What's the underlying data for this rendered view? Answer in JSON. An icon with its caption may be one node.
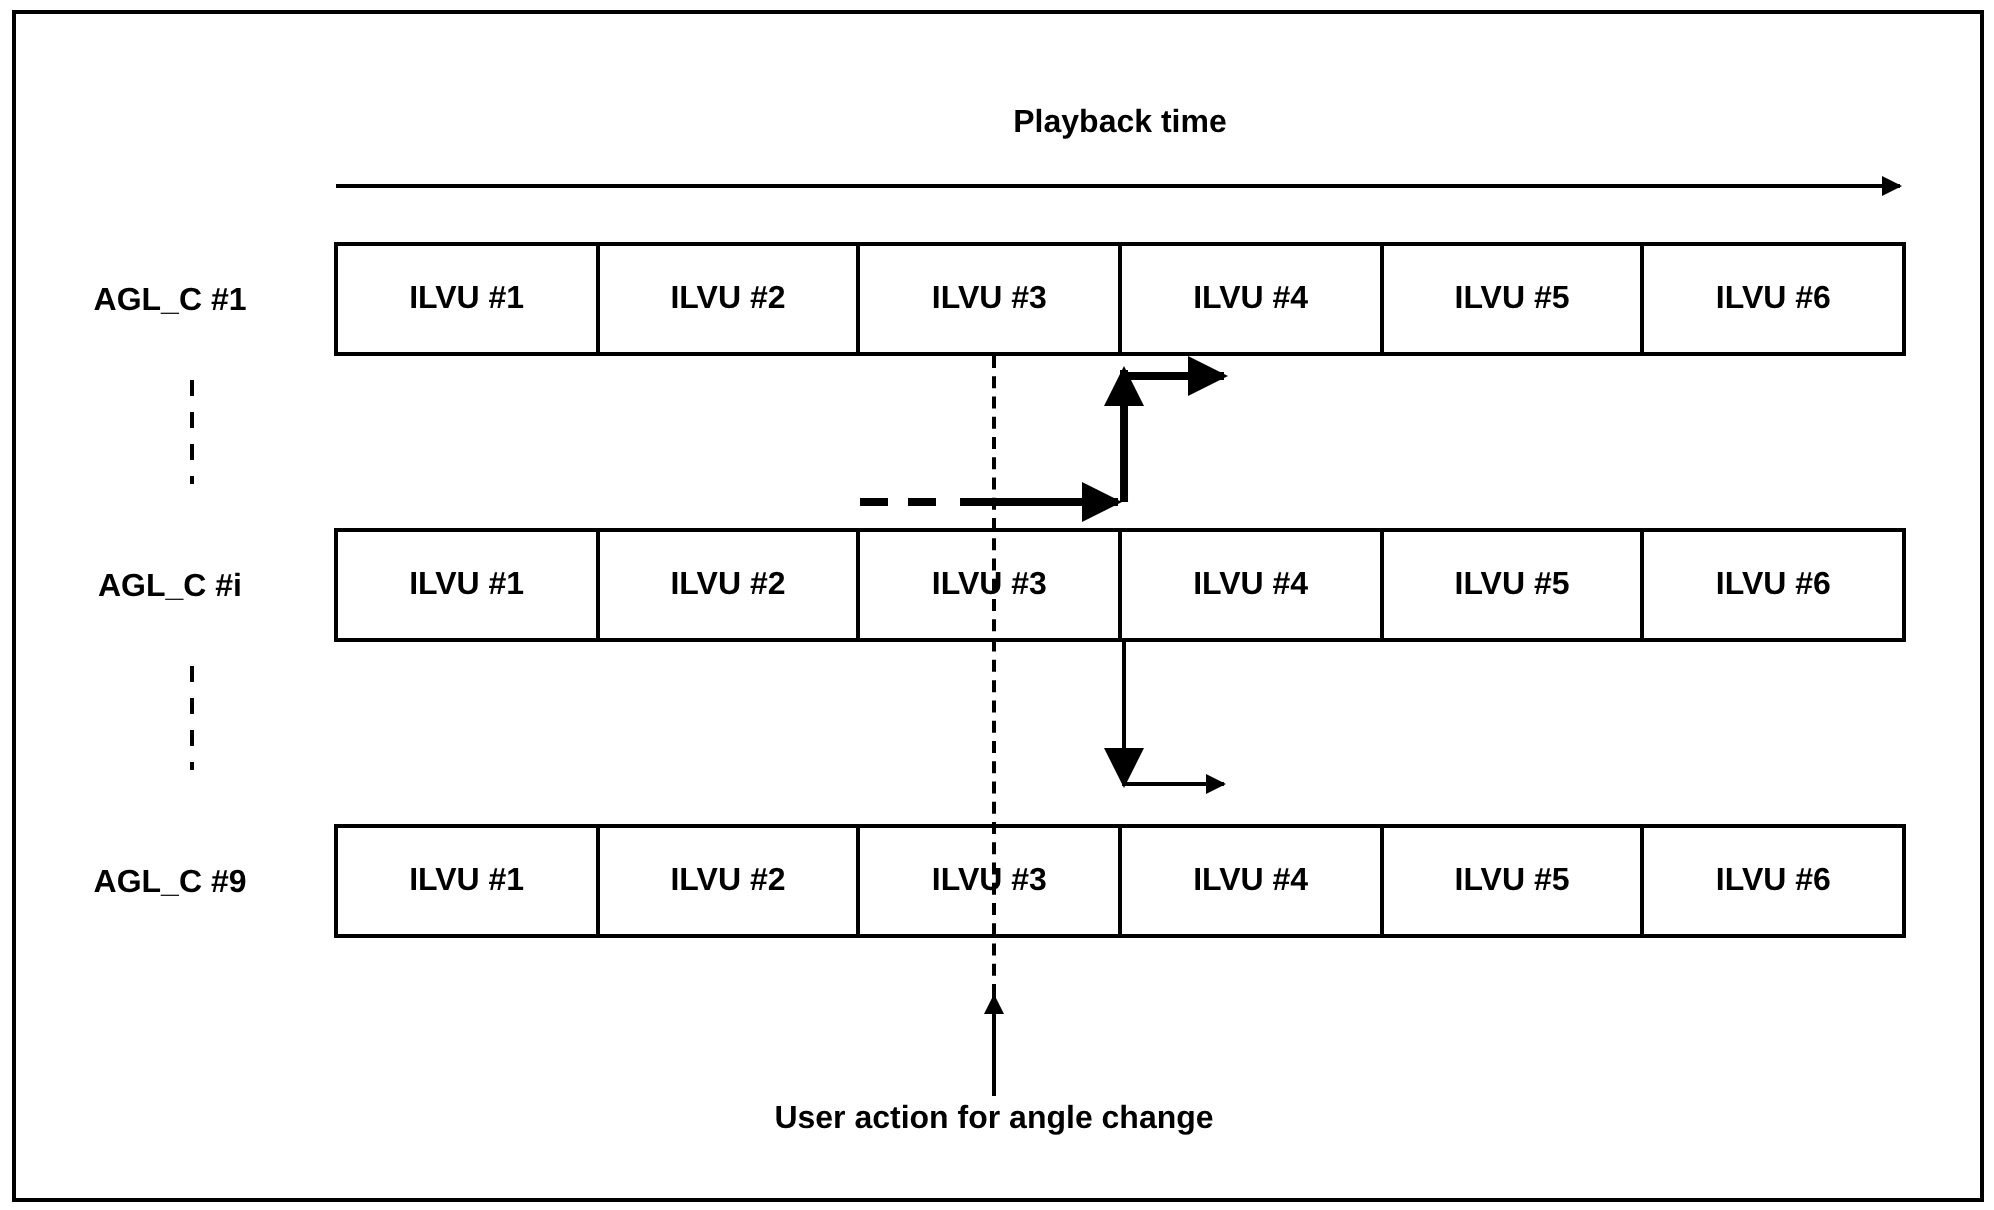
{
  "diagram": {
    "nodes": [
      {
        "text": [
          "ILVU #1"
        ]
      },
      {
        "text": [
          "ILVU #2"
        ]
      },
      {
        "text": [
          "ILVU #3"
        ]
      },
      {
        "text": [
          "ILVU #4"
        ]
      },
      {
        "text": [
          "ILVU #5"
        ]
      },
      {
        "text": [
          "ILVU #6"
        ]
      },
      {
        "text": [
          "ILVU #1"
        ]
      },
      {
        "text": [
          "ILVU #2"
        ]
      },
      {
        "text": [
          "ILVU #3"
        ]
      },
      {
        "text": [
          "ILVU #4"
        ]
      },
      {
        "text": [
          "ILVU #5"
        ]
      },
      {
        "text": [
          "ILVU #6"
        ]
      },
      {
        "text": [
          "ILVU #1"
        ]
      },
      {
        "text": [
          "ILVU #2"
        ]
      },
      {
        "text": [
          "ILVU #3"
        ]
      },
      {
        "text": [
          "ILVU #4"
        ]
      },
      {
        "text": [
          "ILVU #5"
        ]
      },
      {
        "text": [
          "ILVU #6"
        ]
      },
      {
        "text": [
          "User action for angle change"
        ]
      },
      {
        "text": [],
        "shape": "line"
      }
    ],
    "edges": [
      {
        "from": 18,
        "to": 19,
        "arrow": "to"
      },
      {
        "from": null,
        "to": 3,
        "arrow": "to",
        "style": "thick"
      },
      {
        "from": 9,
        "to": 15,
        "arrow": "to"
      }
    ],
    "labels": [
      "Playback time",
      "AGL_C #1",
      "AGL_C #i",
      "AGL_C #9"
    ]
  }
}
